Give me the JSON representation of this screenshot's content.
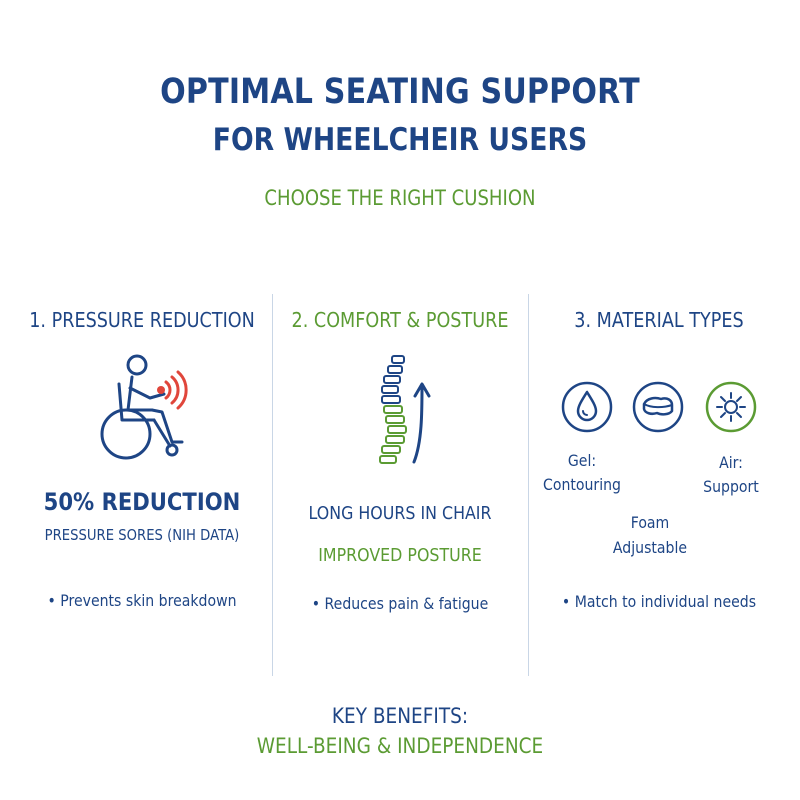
{
  "header": {
    "title_line1": "OPTIMAL SEATING SUPPORT",
    "title_line2": "FOR WHEELCHEIR USERS",
    "subtitle": "CHOOSE THE RIGHT CUSHION"
  },
  "columns": [
    {
      "heading": "1. PRESSURE REDUCTION",
      "icon": "wheelchair-user-icon",
      "stat": "50% REDUCTION",
      "stat_caption": "PRESSURE SORES (NIH DATA)",
      "bullet": "• Prevents skin breakdown"
    },
    {
      "heading": "2. COMFORT & POSTURE",
      "icon": "spine-posture-icon",
      "line1": "LONG HOURS IN CHAIR",
      "line2": "IMPROVED POSTURE",
      "bullet": "• Reduces pain & fatigue"
    },
    {
      "heading": "3. MATERIAL TYPES",
      "materials": [
        {
          "icon": "gel-drop-icon",
          "label_line1": "Gel:",
          "label_line2": "Contouring"
        },
        {
          "icon": "foam-block-icon",
          "label_line1": "Foam",
          "label_line2": "Adjustable"
        },
        {
          "icon": "air-burst-icon",
          "label_line1": "Air:",
          "label_line2": "Support"
        }
      ],
      "bullet": "• Match to individual needs"
    }
  ],
  "footer": {
    "line1": "KEY BENEFITS:",
    "line2": "WELL-BEING & INDEPENDENCE"
  },
  "colors": {
    "navy": "#1e4585",
    "green": "#5b9b33",
    "accent_red": "#e0463b",
    "divider": "#c9d6e6"
  }
}
